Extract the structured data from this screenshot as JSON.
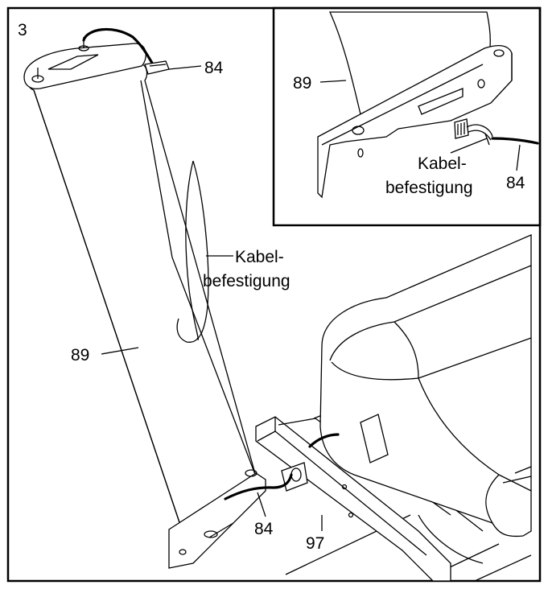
{
  "step": "3",
  "callouts": {
    "cable_84_top": "84",
    "cable_tie_main_line1": "Kabel-",
    "cable_tie_main_line2": "befestigung",
    "upright_89_main": "89",
    "cable_84_bottom": "84",
    "frame_97": "97"
  },
  "inset": {
    "upright_89": "89",
    "cable_84": "84",
    "cable_tie_line1": "Kabel-",
    "cable_tie_line2": "befestigung"
  },
  "colors": {
    "ink": "#000000",
    "paper": "#ffffff"
  }
}
